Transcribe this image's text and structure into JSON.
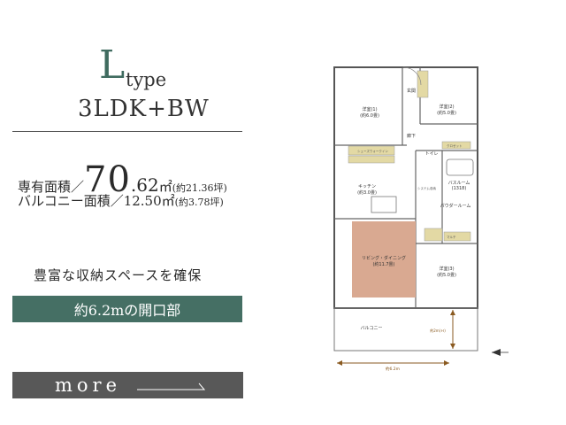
{
  "heading": {
    "type_letter": "L",
    "type_word": "type",
    "layout_code": "3LDK+BW"
  },
  "areas": {
    "exclusive_label": "専有面積／",
    "exclusive_int": "70",
    "exclusive_dec": ".62",
    "exclusive_unit": "㎡",
    "exclusive_tsubo": "(約21.36坪)",
    "balcony_label": "バルコニー面積／",
    "balcony_value": "12.50㎡",
    "balcony_tsubo": "(約3.78坪)"
  },
  "storage_copy": "豊富な収納スペースを確保",
  "opening_band": "約6.2mの開口部",
  "more_label": "more",
  "colors": {
    "accent_green": "#456f64",
    "living_fill": "#d9a991",
    "storage_fill": "#e3d9a4",
    "more_button_bg": "#585858",
    "dimension_arrow": "#8a5a20"
  },
  "floor_plan": {
    "rooms": {
      "western_1": "洋室(1)",
      "western_1_size": "(約6.0畳)",
      "western_2": "洋室(2)",
      "western_2_size": "(約5.0畳)",
      "western_3": "洋室(3)",
      "western_3_size": "(約5.0畳)",
      "entrance": "玄関",
      "corridor": "廊下",
      "toilet": "トイレ",
      "bathroom": "バスルーム",
      "bathroom_size": "(1318)",
      "powder": "パウダールーム",
      "kitchen": "キッチン",
      "kitchen_size": "(約3.0畳)",
      "living": "リビング・ダイニング",
      "living_size": "(約11.7畳)",
      "balcony": "バルコニー",
      "shoes_wic": "シューズウォークイン",
      "closet": "クロゼット",
      "multi_closet": "マルチ",
      "system_storage": "システム収納"
    },
    "dimension_width": "約6.2m",
    "dimension_height": "約2m(Ｈ)"
  }
}
